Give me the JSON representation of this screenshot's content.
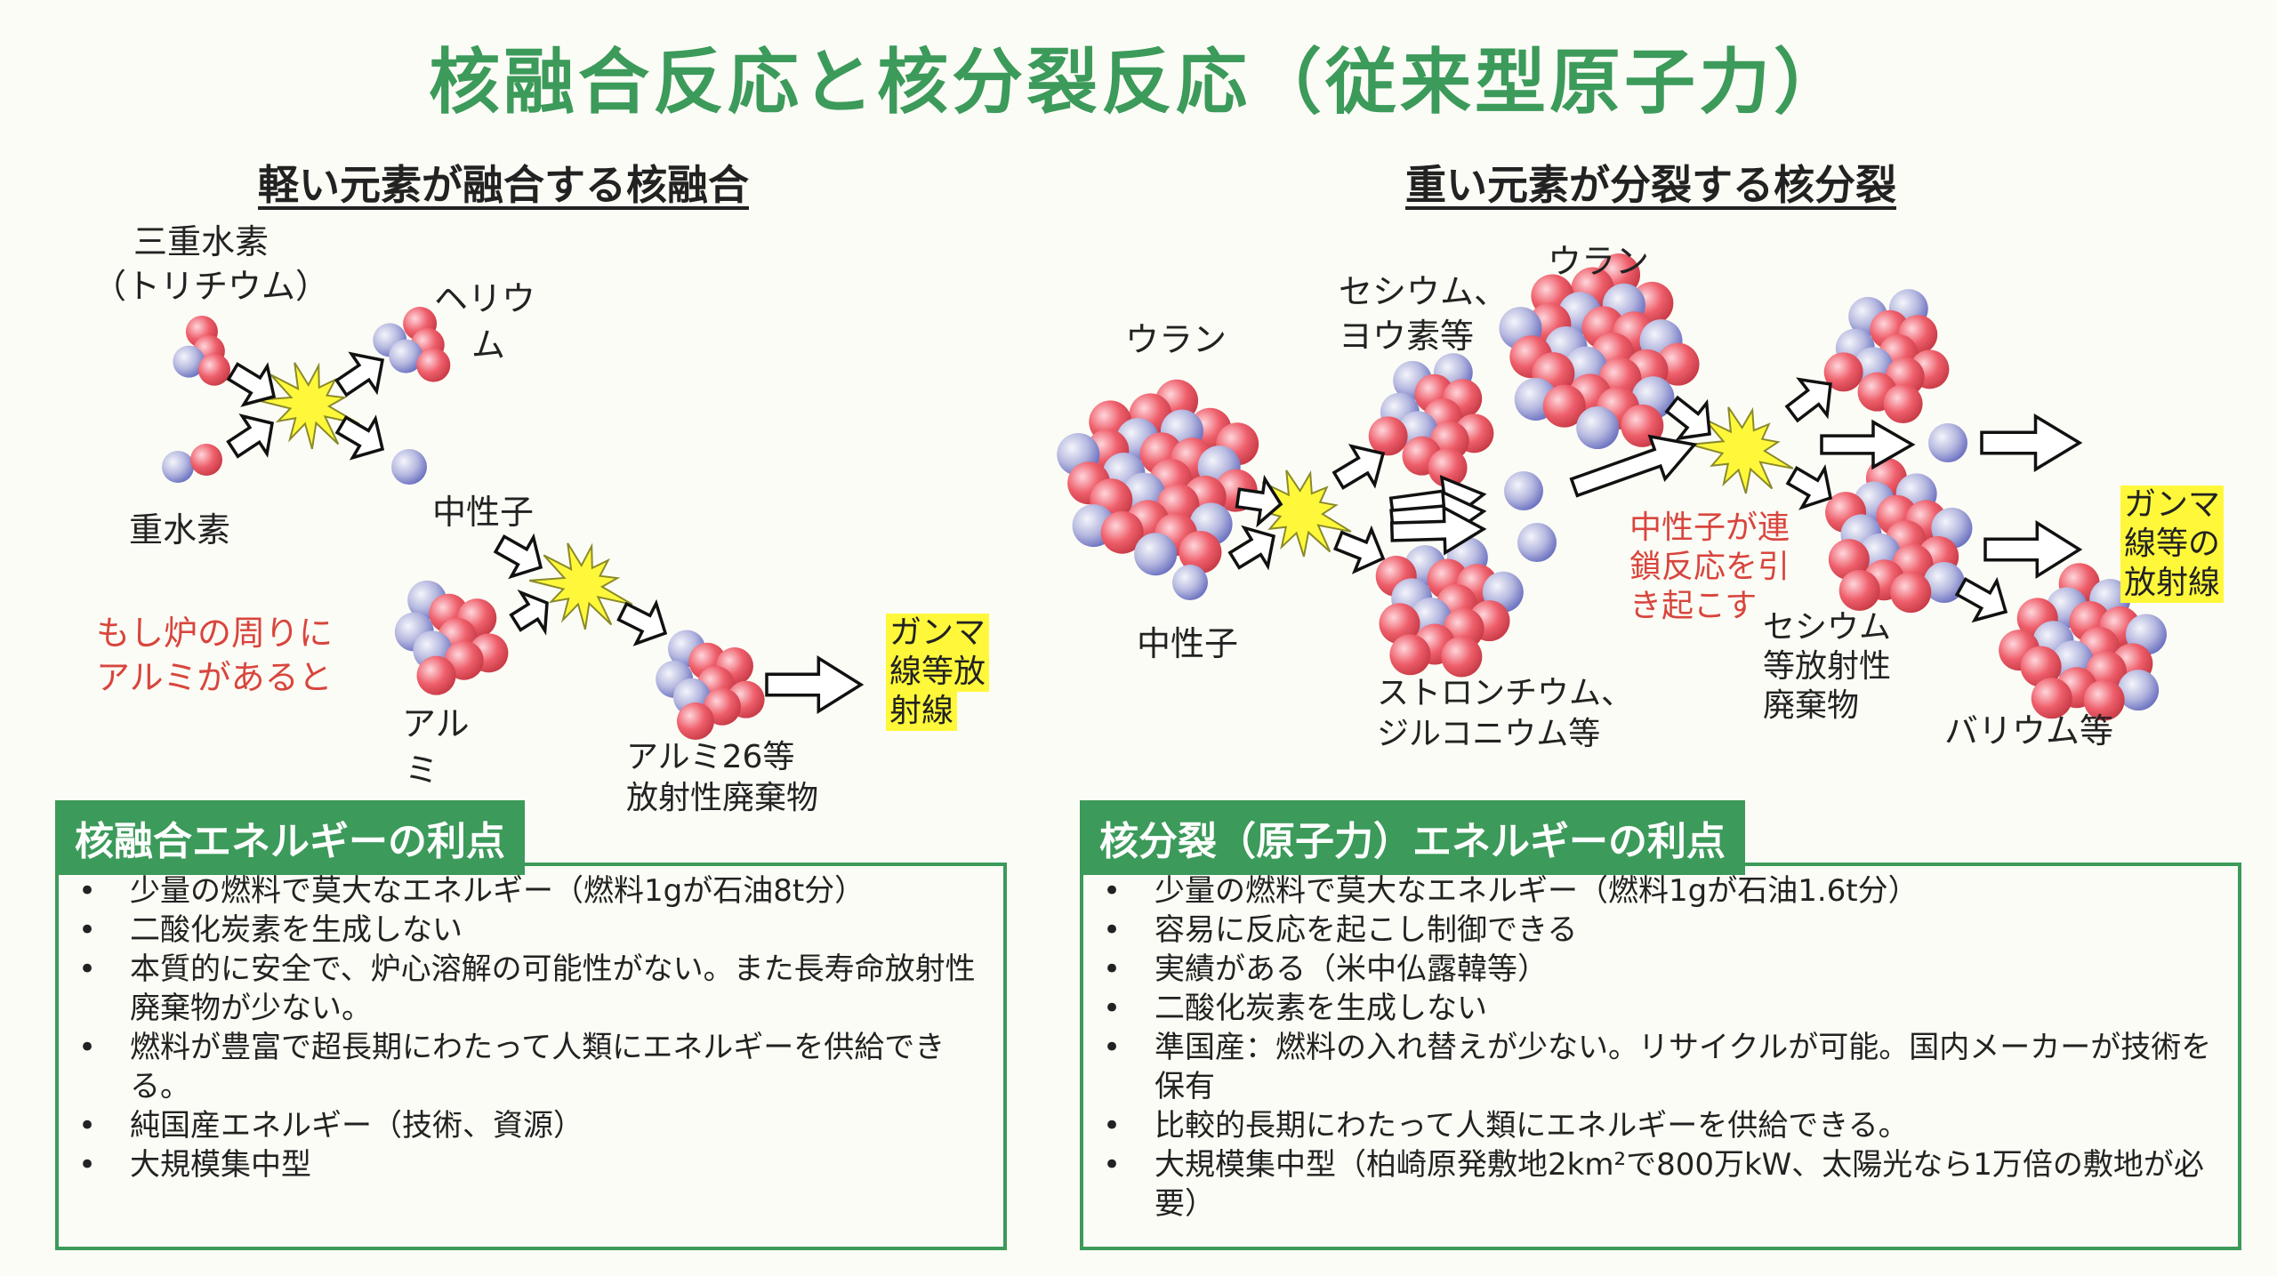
{
  "title": "核融合反応と核分裂反応（従来型原子力）",
  "fusion": {
    "heading": "軽い元素が融合する核融合",
    "tritium_line1": "三重水素",
    "tritium_line2": "（トリチウム）",
    "deuterium": "重水素",
    "helium_line1": "ヘリウ",
    "helium_line2": "ム",
    "neutron": "中性子",
    "aluminum_note_line1": "もし炉の周りに",
    "aluminum_note_line2": "アルミがあると",
    "alumi_line1": "アル",
    "alumi_line2": "ミ",
    "waste_line1": "アルミ26等",
    "waste_line2": "放射性廃棄物",
    "gamma_line1": "ガンマ",
    "gamma_line2": "線等放",
    "gamma_line3": "射線"
  },
  "fission": {
    "heading": "重い元素が分裂する核分裂",
    "uranium_left": "ウラン",
    "neutron": "中性子",
    "cesium_line1": "セシウム、",
    "cesium_line2": "ヨウ素等",
    "uranium_top": "ウラン",
    "strontium_line1": "ストロンチウム、",
    "strontium_line2": "ジルコニウム等",
    "chain_line1": "中性子が連",
    "chain_line2": "鎖反応を引",
    "chain_line3": "き起こす",
    "cesium_waste_line1": "セシウム",
    "cesium_waste_line2": "等放射性",
    "cesium_waste_line3": "廃棄物",
    "barium": "バリウム等",
    "gamma_line1": "ガンマ",
    "gamma_line2": "線等の",
    "gamma_line3": "放射線"
  },
  "fusion_benefits": {
    "title": "核融合エネルギーの利点",
    "items": [
      "少量の燃料で莫大なエネルギー（燃料1gが石油8t分）",
      "二酸化炭素を生成しない",
      "本質的に安全で、炉心溶解の可能性がない。また長寿命放射性廃棄物が少ない。",
      "燃料が豊富で超長期にわたって人類にエネルギーを供給できる。",
      "純国産エネルギー（技術、資源）",
      "大規模集中型"
    ]
  },
  "fission_benefits": {
    "title": "核分裂（原子力）エネルギーの利点",
    "items": [
      "少量の燃料で莫大なエネルギー（燃料1gが石油1.6t分）",
      "容易に反応を起こし制御できる",
      "実績がある（米中仏露韓等）",
      "二酸化炭素を生成しない",
      "準国産：燃料の入れ替えが少ない。リサイクルが可能。国内メーカーが技術を保有",
      "比較的長期にわたって人類にエネルギーを供給できる。",
      "大規模集中型（柏崎原発敷地2km²で800万kW、太陽光なら1万倍の敷地が必要）"
    ]
  },
  "colors": {
    "accent_green": "#3c9a5a",
    "proton_red": "#e8505a",
    "neutron_blue": "#7e86d0",
    "highlight_yellow": "#fff83a",
    "note_red": "#d8453d"
  }
}
